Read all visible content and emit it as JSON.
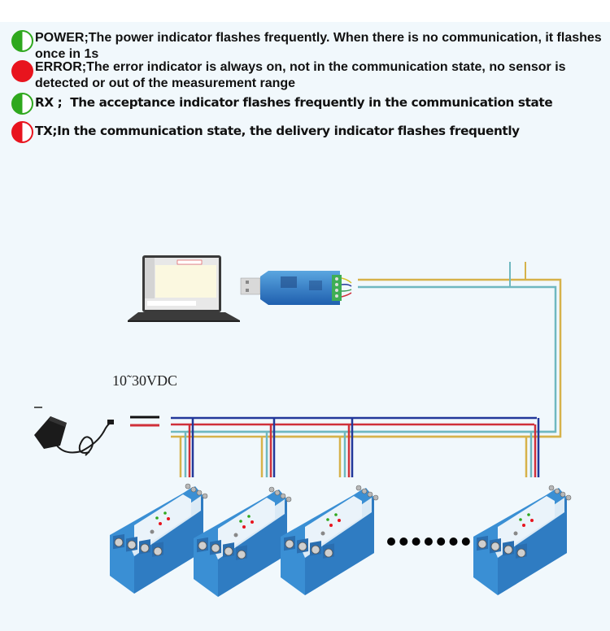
{
  "legend": [
    {
      "indicator": "POWER",
      "icon": "half-green-led-icon",
      "text_line1": "POWER;The power indicator flashes frequently. When there is no communication, it flashes",
      "text_line2": "once in 1s"
    },
    {
      "indicator": "ERROR",
      "icon": "red-led-icon",
      "text_line1": "ERROR;The error indicator is always on, not in the communication state, no sensor is",
      "text_line2": "detected or out of the measurement range"
    },
    {
      "indicator": "RX",
      "icon": "half-green-led-icon",
      "text_line1": "RX ;  The acceptance indicator flashes frequently in the communication state"
    },
    {
      "indicator": "TX",
      "icon": "half-red-led-icon",
      "text_line1": "TX;In the communication state, the delivery indicator flashes frequently"
    }
  ],
  "power_supply": {
    "voltage_label": "10˜30VDC"
  },
  "colors": {
    "power_green": "#2fa81e",
    "error_red": "#e8141e",
    "wire_blue": "#23389a",
    "wire_red": "#d0303a",
    "wire_cyan": "#6fb8c0",
    "wire_yellow": "#d6b24a",
    "module_blue": "#3a8fd4",
    "background": "#f1f8fc"
  },
  "devices": {
    "computer": "laptop-icon",
    "converter": "usb-to-rs485-converter-icon",
    "adapter": "power-adapter-icon",
    "module_count_shown": 4,
    "continuation": "ellipsis-dots"
  }
}
